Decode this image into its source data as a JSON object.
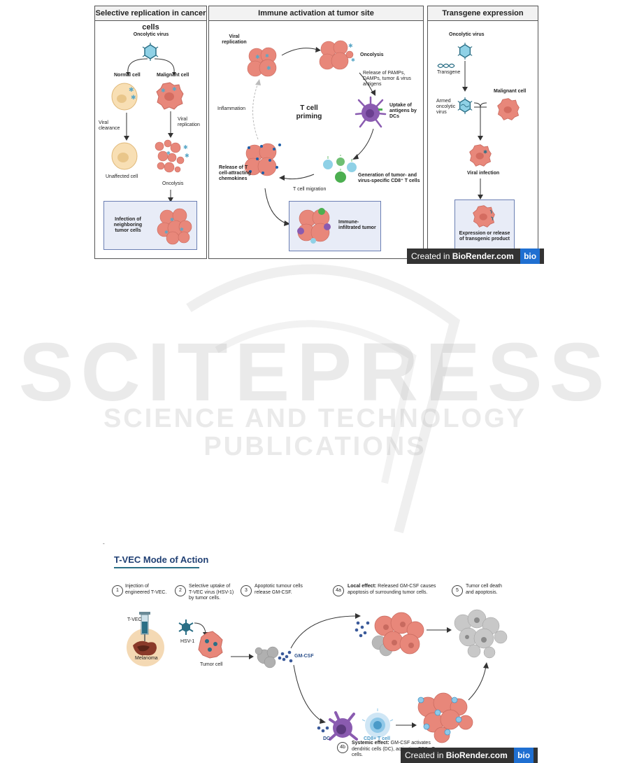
{
  "fig1": {
    "panel1": {
      "title": "Selective replication in cancer cells",
      "oncolytic_virus": "Oncolytic virus",
      "normal_cell": "Normal cell",
      "malignant_cell": "Malignant cell",
      "viral_clearance": "Viral clearance",
      "viral_replication": "Viral replication",
      "unaffected_cell": "Unaffected cell",
      "oncolysis": "Oncolysis",
      "infection_box": "Infection of neighboring tumor cells"
    },
    "panel2": {
      "title": "Immune activation at tumor site",
      "viral_replication": "Viral replication",
      "oncolysis": "Oncolysis",
      "release_pamps": "Release of PAMPs, DAMPs, tumor & virus antigens",
      "uptake": "Uptake of antigens by DCs",
      "t_cell_priming": "T cell priming",
      "inflammation": "Inflammation",
      "generation": "Generation of tumor- and virus-specific CD8⁺ T cells",
      "t_cell_migration": "T cell migration",
      "release_chemokines": "Release of T cell-attracting chemokines",
      "immune_infiltrated": "Immune-infiltrated tumor"
    },
    "panel3": {
      "title": "Transgene expression",
      "oncolytic_virus": "Oncolytic virus",
      "transgene": "Transgene",
      "armed_virus": "Armed oncolytic virus",
      "malignant_cell": "Malignant cell",
      "viral_infection": "Viral infection",
      "expression_box": "Expression or release of transgenic product"
    },
    "badge": {
      "created_in": "Created in",
      "brand": "BioRender.com",
      "bio": "bio"
    }
  },
  "watermark": {
    "line1": "SCITEPRESS",
    "line2": "SCIENCE AND TECHNOLOGY PUBLICATIONS"
  },
  "fig2": {
    "stray_mark": "-",
    "title": "T-VEC Mode of Action",
    "steps": [
      {
        "num": "1",
        "text": "Injection of engineered T-VEC."
      },
      {
        "num": "2",
        "text": "Selective uptake of T-VEC virus (HSV-1) by tumor cells."
      },
      {
        "num": "3",
        "text": "Apoptotic tumour cells release GM-CSF."
      },
      {
        "num": "4a",
        "bold": "Local effect:",
        "text": " Released GM-CSF causes apoptosis of surrounding tumor cells."
      },
      {
        "num": "5",
        "text": "Tumor cell death and apoptosis."
      },
      {
        "num": "4b",
        "bold": "Systemic effect:",
        "text": " GM-CSF activates dendritic cells (DC), activating CD8+ T cells."
      }
    ],
    "labels": {
      "tvec": "T-VEC",
      "hsv1": "HSV-1",
      "melanoma": "Melanoma",
      "tumor_cell": "Tumor cell",
      "gmcsf": "GM-CSF",
      "dc": "DC",
      "cd8": "CD8+ T cell"
    },
    "badge": {
      "created_in": "Created in",
      "brand": "BioRender.com",
      "bio": "bio"
    }
  },
  "colors": {
    "tumor": "#e8877a",
    "virus": "#2b6f86",
    "dc": "#8a5bb0",
    "tcell": "#8fc8e8",
    "box": "#e8ecf7",
    "dead": "#b0b0b0"
  }
}
